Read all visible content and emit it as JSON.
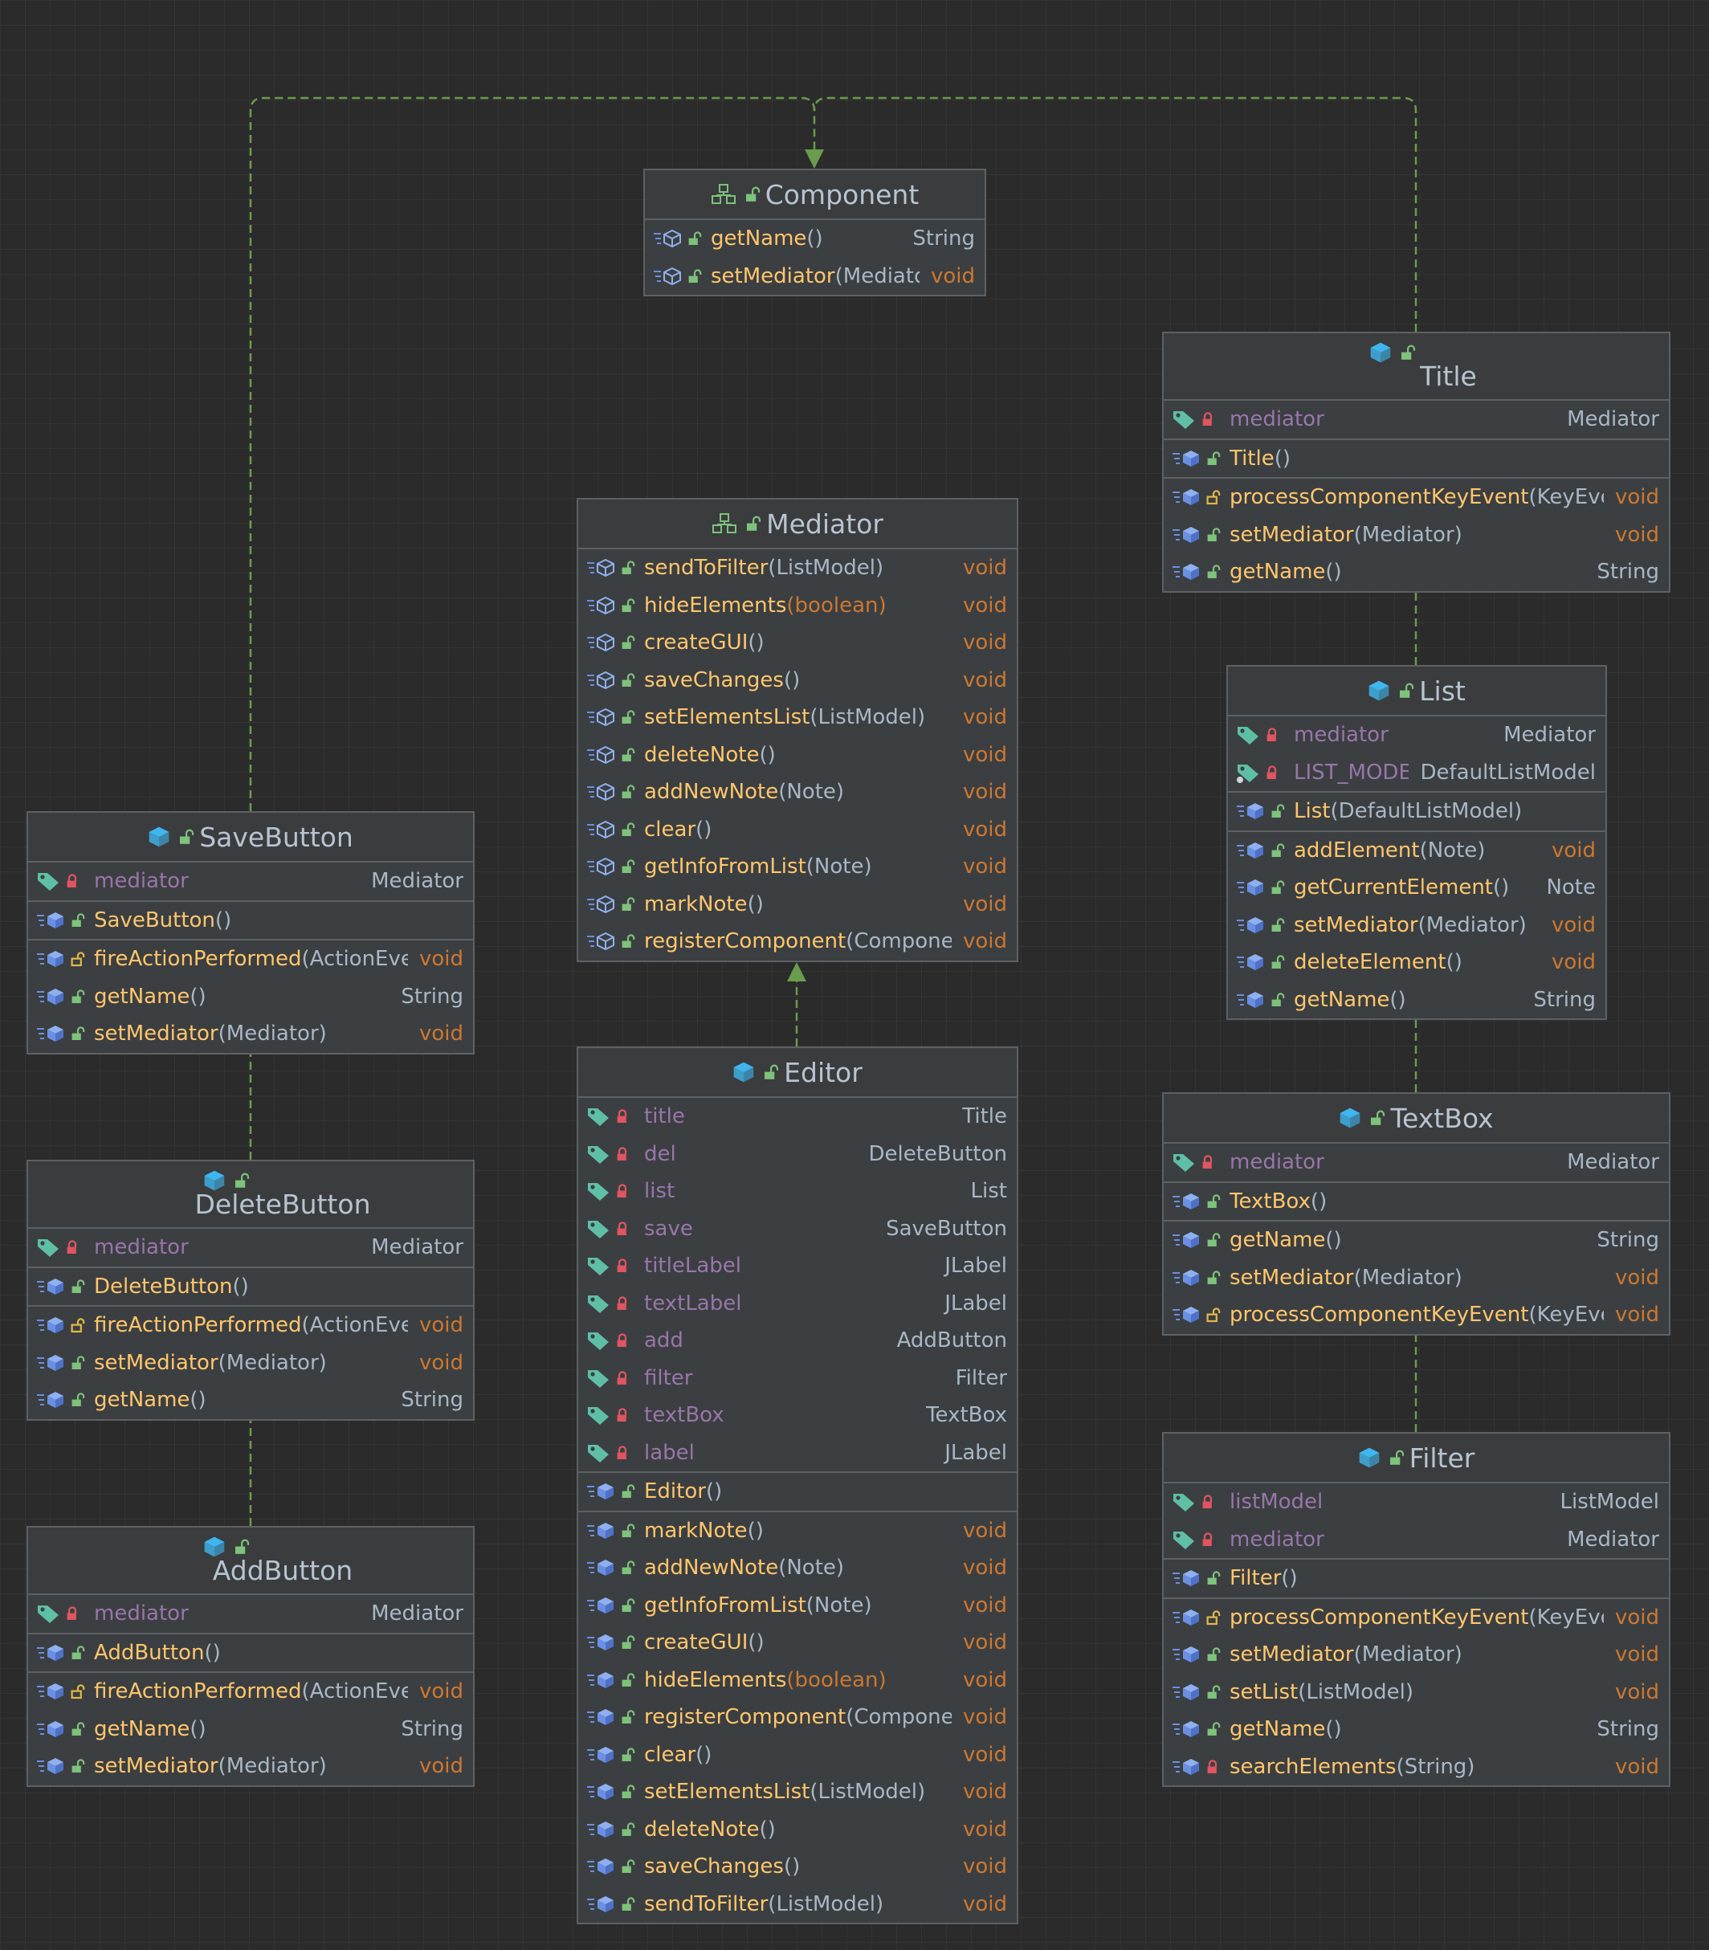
{
  "classes": {
    "component": {
      "name": "Component",
      "kind": "interface",
      "members": [
        [
          {
            "kind": "method",
            "abstract": true,
            "access": "public",
            "name": "getName",
            "params": "()",
            "type": "String"
          },
          {
            "kind": "method",
            "abstract": true,
            "access": "public",
            "name": "setMediator",
            "params": "(Mediator)",
            "type": "void"
          }
        ]
      ]
    },
    "title": {
      "name": "Title",
      "kind": "class",
      "members": [
        [
          {
            "kind": "field",
            "access": "private",
            "name": "mediator",
            "type": "Mediator"
          }
        ],
        [
          {
            "kind": "method",
            "access": "public",
            "name": "Title",
            "params": "()",
            "type": ""
          }
        ],
        [
          {
            "kind": "method",
            "access": "protected",
            "name": "processComponentKeyEvent",
            "params": "(KeyEvent)",
            "type": "void"
          },
          {
            "kind": "method",
            "access": "public",
            "name": "setMediator",
            "params": "(Mediator)",
            "type": "void"
          },
          {
            "kind": "method",
            "access": "public",
            "name": "getName",
            "params": "()",
            "type": "String"
          }
        ]
      ]
    },
    "mediator": {
      "name": "Mediator",
      "kind": "interface",
      "members": [
        [
          {
            "kind": "method",
            "abstract": true,
            "access": "public",
            "name": "sendToFilter",
            "params": "(ListModel)",
            "type": "void"
          },
          {
            "kind": "method",
            "abstract": true,
            "access": "public",
            "name": "hideElements",
            "params": "(boolean)",
            "kw": true,
            "type": "void"
          },
          {
            "kind": "method",
            "abstract": true,
            "access": "public",
            "name": "createGUI",
            "params": "()",
            "type": "void"
          },
          {
            "kind": "method",
            "abstract": true,
            "access": "public",
            "name": "saveChanges",
            "params": "()",
            "type": "void"
          },
          {
            "kind": "method",
            "abstract": true,
            "access": "public",
            "name": "setElementsList",
            "params": "(ListModel)",
            "type": "void"
          },
          {
            "kind": "method",
            "abstract": true,
            "access": "public",
            "name": "deleteNote",
            "params": "()",
            "type": "void"
          },
          {
            "kind": "method",
            "abstract": true,
            "access": "public",
            "name": "addNewNote",
            "params": "(Note)",
            "type": "void"
          },
          {
            "kind": "method",
            "abstract": true,
            "access": "public",
            "name": "clear",
            "params": "()",
            "type": "void"
          },
          {
            "kind": "method",
            "abstract": true,
            "access": "public",
            "name": "getInfoFromList",
            "params": "(Note)",
            "type": "void"
          },
          {
            "kind": "method",
            "abstract": true,
            "access": "public",
            "name": "markNote",
            "params": "()",
            "type": "void"
          },
          {
            "kind": "method",
            "abstract": true,
            "access": "public",
            "name": "registerComponent",
            "params": "(Component)",
            "type": "void"
          }
        ]
      ]
    },
    "list": {
      "name": "List",
      "kind": "class",
      "members": [
        [
          {
            "kind": "field",
            "access": "private",
            "name": "mediator",
            "type": "Mediator"
          },
          {
            "kind": "field",
            "static": true,
            "access": "private",
            "name": "LIST_MODEL",
            "type": "DefaultListModel"
          }
        ],
        [
          {
            "kind": "method",
            "access": "public",
            "name": "List",
            "params": "(DefaultListModel)",
            "type": ""
          }
        ],
        [
          {
            "kind": "method",
            "access": "public",
            "name": "addElement",
            "params": "(Note)",
            "type": "void"
          },
          {
            "kind": "method",
            "access": "public",
            "name": "getCurrentElement",
            "params": "()",
            "type": "Note"
          },
          {
            "kind": "method",
            "access": "public",
            "name": "setMediator",
            "params": "(Mediator)",
            "type": "void"
          },
          {
            "kind": "method",
            "access": "public",
            "name": "deleteElement",
            "params": "()",
            "type": "void"
          },
          {
            "kind": "method",
            "access": "public",
            "name": "getName",
            "params": "()",
            "type": "String"
          }
        ]
      ]
    },
    "savebutton": {
      "name": "SaveButton",
      "kind": "class",
      "members": [
        [
          {
            "kind": "field",
            "access": "private",
            "name": "mediator",
            "type": "Mediator"
          }
        ],
        [
          {
            "kind": "method",
            "access": "public",
            "name": "SaveButton",
            "params": "()",
            "type": ""
          }
        ],
        [
          {
            "kind": "method",
            "access": "protected",
            "name": "fireActionPerformed",
            "params": "(ActionEvent)",
            "type": "void"
          },
          {
            "kind": "method",
            "access": "public",
            "name": "getName",
            "params": "()",
            "type": "String"
          },
          {
            "kind": "method",
            "access": "public",
            "name": "setMediator",
            "params": "(Mediator)",
            "type": "void"
          }
        ]
      ]
    },
    "editor": {
      "name": "Editor",
      "kind": "class",
      "members": [
        [
          {
            "kind": "field",
            "access": "private",
            "name": "title",
            "type": "Title"
          },
          {
            "kind": "field",
            "access": "private",
            "name": "del",
            "type": "DeleteButton"
          },
          {
            "kind": "field",
            "access": "private",
            "name": "list",
            "type": "List"
          },
          {
            "kind": "field",
            "access": "private",
            "name": "save",
            "type": "SaveButton"
          },
          {
            "kind": "field",
            "access": "private",
            "name": "titleLabel",
            "type": "JLabel"
          },
          {
            "kind": "field",
            "access": "private",
            "name": "textLabel",
            "type": "JLabel"
          },
          {
            "kind": "field",
            "access": "private",
            "name": "add",
            "type": "AddButton"
          },
          {
            "kind": "field",
            "access": "private",
            "name": "filter",
            "type": "Filter"
          },
          {
            "kind": "field",
            "access": "private",
            "name": "textBox",
            "type": "TextBox"
          },
          {
            "kind": "field",
            "access": "private",
            "name": "label",
            "type": "JLabel"
          }
        ],
        [
          {
            "kind": "method",
            "access": "public",
            "name": "Editor",
            "params": "()",
            "type": ""
          }
        ],
        [
          {
            "kind": "method",
            "access": "public",
            "name": "markNote",
            "params": "()",
            "type": "void"
          },
          {
            "kind": "method",
            "access": "public",
            "name": "addNewNote",
            "params": "(Note)",
            "type": "void"
          },
          {
            "kind": "method",
            "access": "public",
            "name": "getInfoFromList",
            "params": "(Note)",
            "type": "void"
          },
          {
            "kind": "method",
            "access": "public",
            "name": "createGUI",
            "params": "()",
            "type": "void"
          },
          {
            "kind": "method",
            "access": "public",
            "name": "hideElements",
            "params": "(boolean)",
            "kw": true,
            "type": "void"
          },
          {
            "kind": "method",
            "access": "public",
            "name": "registerComponent",
            "params": "(Component)",
            "type": "void"
          },
          {
            "kind": "method",
            "access": "public",
            "name": "clear",
            "params": "()",
            "type": "void"
          },
          {
            "kind": "method",
            "access": "public",
            "name": "setElementsList",
            "params": "(ListModel)",
            "type": "void"
          },
          {
            "kind": "method",
            "access": "public",
            "name": "deleteNote",
            "params": "()",
            "type": "void"
          },
          {
            "kind": "method",
            "access": "public",
            "name": "saveChanges",
            "params": "()",
            "type": "void"
          },
          {
            "kind": "method",
            "access": "public",
            "name": "sendToFilter",
            "params": "(ListModel)",
            "type": "void"
          }
        ]
      ]
    },
    "textbox": {
      "name": "TextBox",
      "kind": "class",
      "members": [
        [
          {
            "kind": "field",
            "access": "private",
            "name": "mediator",
            "type": "Mediator"
          }
        ],
        [
          {
            "kind": "method",
            "access": "public",
            "name": "TextBox",
            "params": "()",
            "type": ""
          }
        ],
        [
          {
            "kind": "method",
            "access": "public",
            "name": "getName",
            "params": "()",
            "type": "String"
          },
          {
            "kind": "method",
            "access": "public",
            "name": "setMediator",
            "params": "(Mediator)",
            "type": "void"
          },
          {
            "kind": "method",
            "access": "protected",
            "name": "processComponentKeyEvent",
            "params": "(KeyEvent)",
            "type": "void"
          }
        ]
      ]
    },
    "deletebutton": {
      "name": "DeleteButton",
      "kind": "class",
      "members": [
        [
          {
            "kind": "field",
            "access": "private",
            "name": "mediator",
            "type": "Mediator"
          }
        ],
        [
          {
            "kind": "method",
            "access": "public",
            "name": "DeleteButton",
            "params": "()",
            "type": ""
          }
        ],
        [
          {
            "kind": "method",
            "access": "protected",
            "name": "fireActionPerformed",
            "params": "(ActionEvent)",
            "type": "void"
          },
          {
            "kind": "method",
            "access": "public",
            "name": "setMediator",
            "params": "(Mediator)",
            "type": "void"
          },
          {
            "kind": "method",
            "access": "public",
            "name": "getName",
            "params": "()",
            "type": "String"
          }
        ]
      ]
    },
    "filter": {
      "name": "Filter",
      "kind": "class",
      "members": [
        [
          {
            "kind": "field",
            "access": "private",
            "name": "listModel",
            "type": "ListModel"
          },
          {
            "kind": "field",
            "access": "private",
            "name": "mediator",
            "type": "Mediator"
          }
        ],
        [
          {
            "kind": "method",
            "access": "public",
            "name": "Filter",
            "params": "()",
            "type": ""
          }
        ],
        [
          {
            "kind": "method",
            "access": "protected",
            "name": "processComponentKeyEvent",
            "params": "(KeyEvent)",
            "type": "void"
          },
          {
            "kind": "method",
            "access": "public",
            "name": "setMediator",
            "params": "(Mediator)",
            "type": "void"
          },
          {
            "kind": "method",
            "access": "public",
            "name": "setList",
            "params": "(ListModel)",
            "type": "void"
          },
          {
            "kind": "method",
            "access": "public",
            "name": "getName",
            "params": "()",
            "type": "String"
          },
          {
            "kind": "method",
            "access": "private",
            "name": "searchElements",
            "params": "(String)",
            "type": "void"
          }
        ]
      ]
    },
    "addbutton": {
      "name": "AddButton",
      "kind": "class",
      "members": [
        [
          {
            "kind": "field",
            "access": "private",
            "name": "mediator",
            "type": "Mediator"
          }
        ],
        [
          {
            "kind": "method",
            "access": "public",
            "name": "AddButton",
            "params": "()",
            "type": ""
          }
        ],
        [
          {
            "kind": "method",
            "access": "protected",
            "name": "fireActionPerformed",
            "params": "(ActionEvent)",
            "type": "void"
          },
          {
            "kind": "method",
            "access": "public",
            "name": "getName",
            "params": "()",
            "type": "String"
          },
          {
            "kind": "method",
            "access": "public",
            "name": "setMediator",
            "params": "(Mediator)",
            "type": "void"
          }
        ]
      ]
    }
  },
  "relations": [
    {
      "from": "savebutton",
      "to": "component",
      "kind": "realization"
    },
    {
      "from": "deletebutton",
      "to": "component",
      "kind": "realization"
    },
    {
      "from": "addbutton",
      "to": "component",
      "kind": "realization"
    },
    {
      "from": "title",
      "to": "component",
      "kind": "realization"
    },
    {
      "from": "list",
      "to": "component",
      "kind": "realization"
    },
    {
      "from": "textbox",
      "to": "component",
      "kind": "realization"
    },
    {
      "from": "filter",
      "to": "component",
      "kind": "realization"
    },
    {
      "from": "editor",
      "to": "mediator",
      "kind": "realization"
    }
  ],
  "colors": {
    "background": "#2b2b2b",
    "box": "#3c3f41",
    "border": "#5e6164",
    "method": "#ffc66d",
    "field": "#9876aa",
    "keyword": "#cc7832",
    "text": "#a9b7c6",
    "edge": "#6a9b4e",
    "class_icon": "#3fb6f0",
    "interface_icon": "#7ec27b",
    "public": "#7ec27b",
    "protected": "#e2b84a",
    "private": "#e05561",
    "field_icon": "#5fbfa6"
  }
}
